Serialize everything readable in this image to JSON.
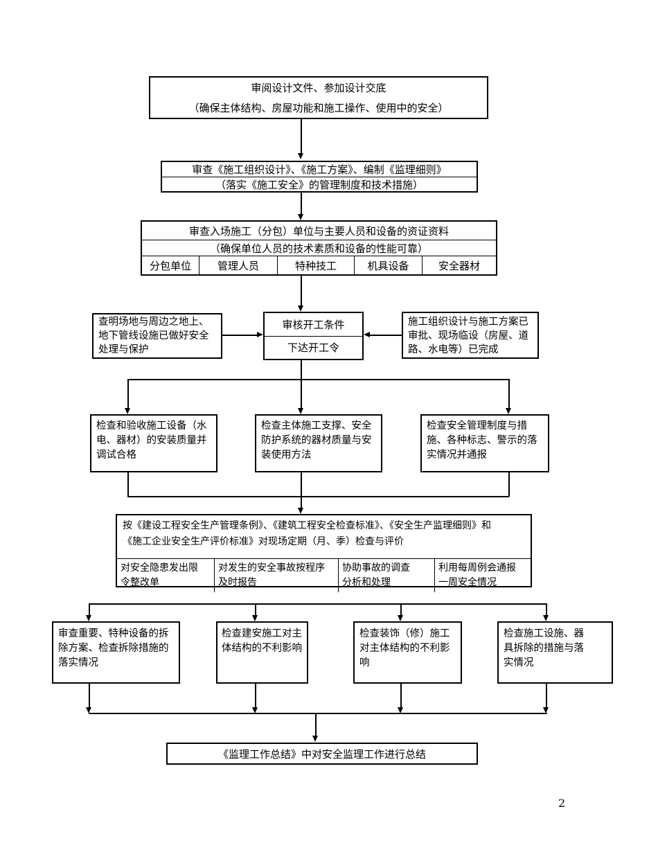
{
  "page": {
    "number": "2"
  },
  "colors": {
    "line": "#000000",
    "background": "#ffffff"
  },
  "boxes": {
    "review_design": {
      "line1": "审阅设计文件、参加设计交底",
      "line2": "（确保主体结构、房屋功能和施工操作、使用中的安全）"
    },
    "review_plans": {
      "line1": "审查《施工组织设计》、《施工方案》、编制《监理细则》",
      "line2": "（落实《施工安全》的管理制度和技术措施）"
    },
    "review_qualifications": {
      "line1": "审查入场施工（分包）单位与主要人员和设备的资证资料",
      "line2": "（确保单位人员的技术素质和设备的性能可靠）",
      "cells": [
        "分包单位",
        "管理人员",
        "特种技工",
        "机具设备",
        "安全器材"
      ]
    },
    "site_survey": {
      "text": "查明场地与周边之地上、\n地下管线设施已做好安全\n处理与保护"
    },
    "start_approval": {
      "line1": "审核开工条件",
      "line2": "下达开工令"
    },
    "org_ready": {
      "text": "施工组织设计与施工方案已\n审批、现场临设（房屋、道\n路、水电等）已完成"
    },
    "check_equipment": {
      "text": "检查和验收施工设备（水\n电、器材）的安装质量并\n调试合格"
    },
    "check_support": {
      "text": "检查主体施工支撑、安全\n防护系统的器材质量与安\n装使用方法"
    },
    "check_safety_mgmt": {
      "text": "检查安全管理制度与措\n施、各种标志、警示的落\n实情况并通报"
    },
    "periodic_inspection": {
      "text": "按《建设工程安全生产管理条例》、《建筑工程安全检查标准》、《安全生产监理细则》和\n《施工企业安全生产评价标准》对现场定期（月、季）检查与评价",
      "cells": [
        "对安全隐患发出限\n令整改单",
        "对发生的安全事故按程序\n及时报告",
        "协助事故的调查\n分析和处理",
        "利用每周例会通报\n一周安全情况"
      ]
    },
    "review_demolition": {
      "text": "审查重要、特种设备的拆\n除方案、检查拆除措施的\n落实情况"
    },
    "construction_impact": {
      "text": "检查建安施工对主\n体结构的不利影响"
    },
    "decoration_impact": {
      "text": "检查装饰（修）施工\n对主体结构的不利影\n响"
    },
    "facility_removal": {
      "text": "检查施工设施、器\n具拆除的措施与落\n实情况"
    },
    "work_summary": {
      "text": "《监理工作总结》中对安全监理工作进行总结"
    }
  }
}
